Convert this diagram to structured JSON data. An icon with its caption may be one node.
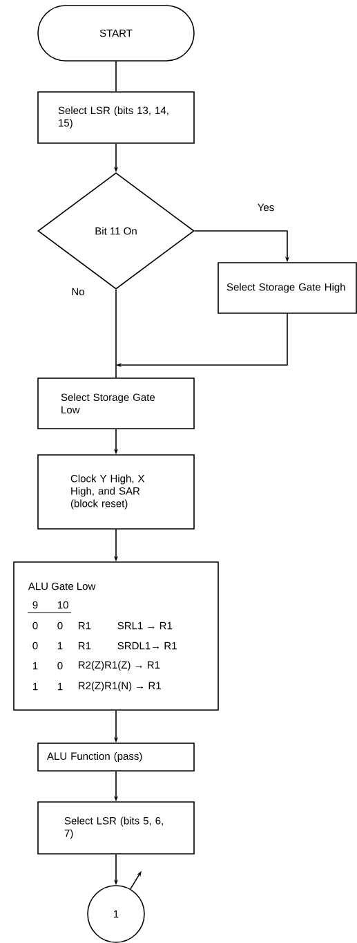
{
  "diagram": {
    "nodes": [
      {
        "text": [
          "START"
        ]
      },
      {
        "text": [
          "Select LSR (bits 13, 14, 15)"
        ]
      },
      {
        "text": [
          "Bit 11 On"
        ]
      },
      {
        "text": [
          "Select Storage Gate High"
        ]
      },
      {
        "text": [
          "Select Storage Gate Low"
        ]
      },
      {
        "text": [
          "Clock Y High, X High, and SAR (block reset)"
        ]
      },
      {
        "text": [
          "ALU Gate Low",
          "9",
          "10",
          "0",
          "0",
          "R1",
          "SRL1 → R1",
          "0",
          "1",
          "R1",
          "SRDL1→ R1",
          "1",
          "0",
          "R2(Z)R1(Z) → R1",
          "1",
          "1",
          "R2(Z)R1(N) → R1"
        ]
      },
      {
        "text": [
          "ALU Function (pass)"
        ]
      },
      {
        "text": [
          "Select LSR (bits 5, 6, 7)"
        ]
      },
      {
        "text": [
          "1"
        ]
      }
    ],
    "edges": [
      {
        "from": 0,
        "to": 1,
        "arrow": "none"
      },
      {
        "from": 1,
        "to": 2,
        "arrow": "to"
      },
      {
        "from": 2,
        "to": 3,
        "arrow": "to",
        "label": "Yes"
      },
      {
        "from": 2,
        "to": 4,
        "arrow": "none",
        "label": "No"
      },
      {
        "from": 3,
        "to": 4,
        "arrow": "to"
      },
      {
        "from": 4,
        "to": 5,
        "arrow": "to"
      },
      {
        "from": 5,
        "to": 6,
        "arrow": "to"
      },
      {
        "from": 6,
        "to": 7,
        "arrow": "to"
      },
      {
        "from": 7,
        "to": 8,
        "arrow": "to"
      },
      {
        "from": 8,
        "to": 9,
        "arrow": "to"
      },
      {
        "from": 9,
        "to": null,
        "arrow": "to"
      }
    ]
  }
}
